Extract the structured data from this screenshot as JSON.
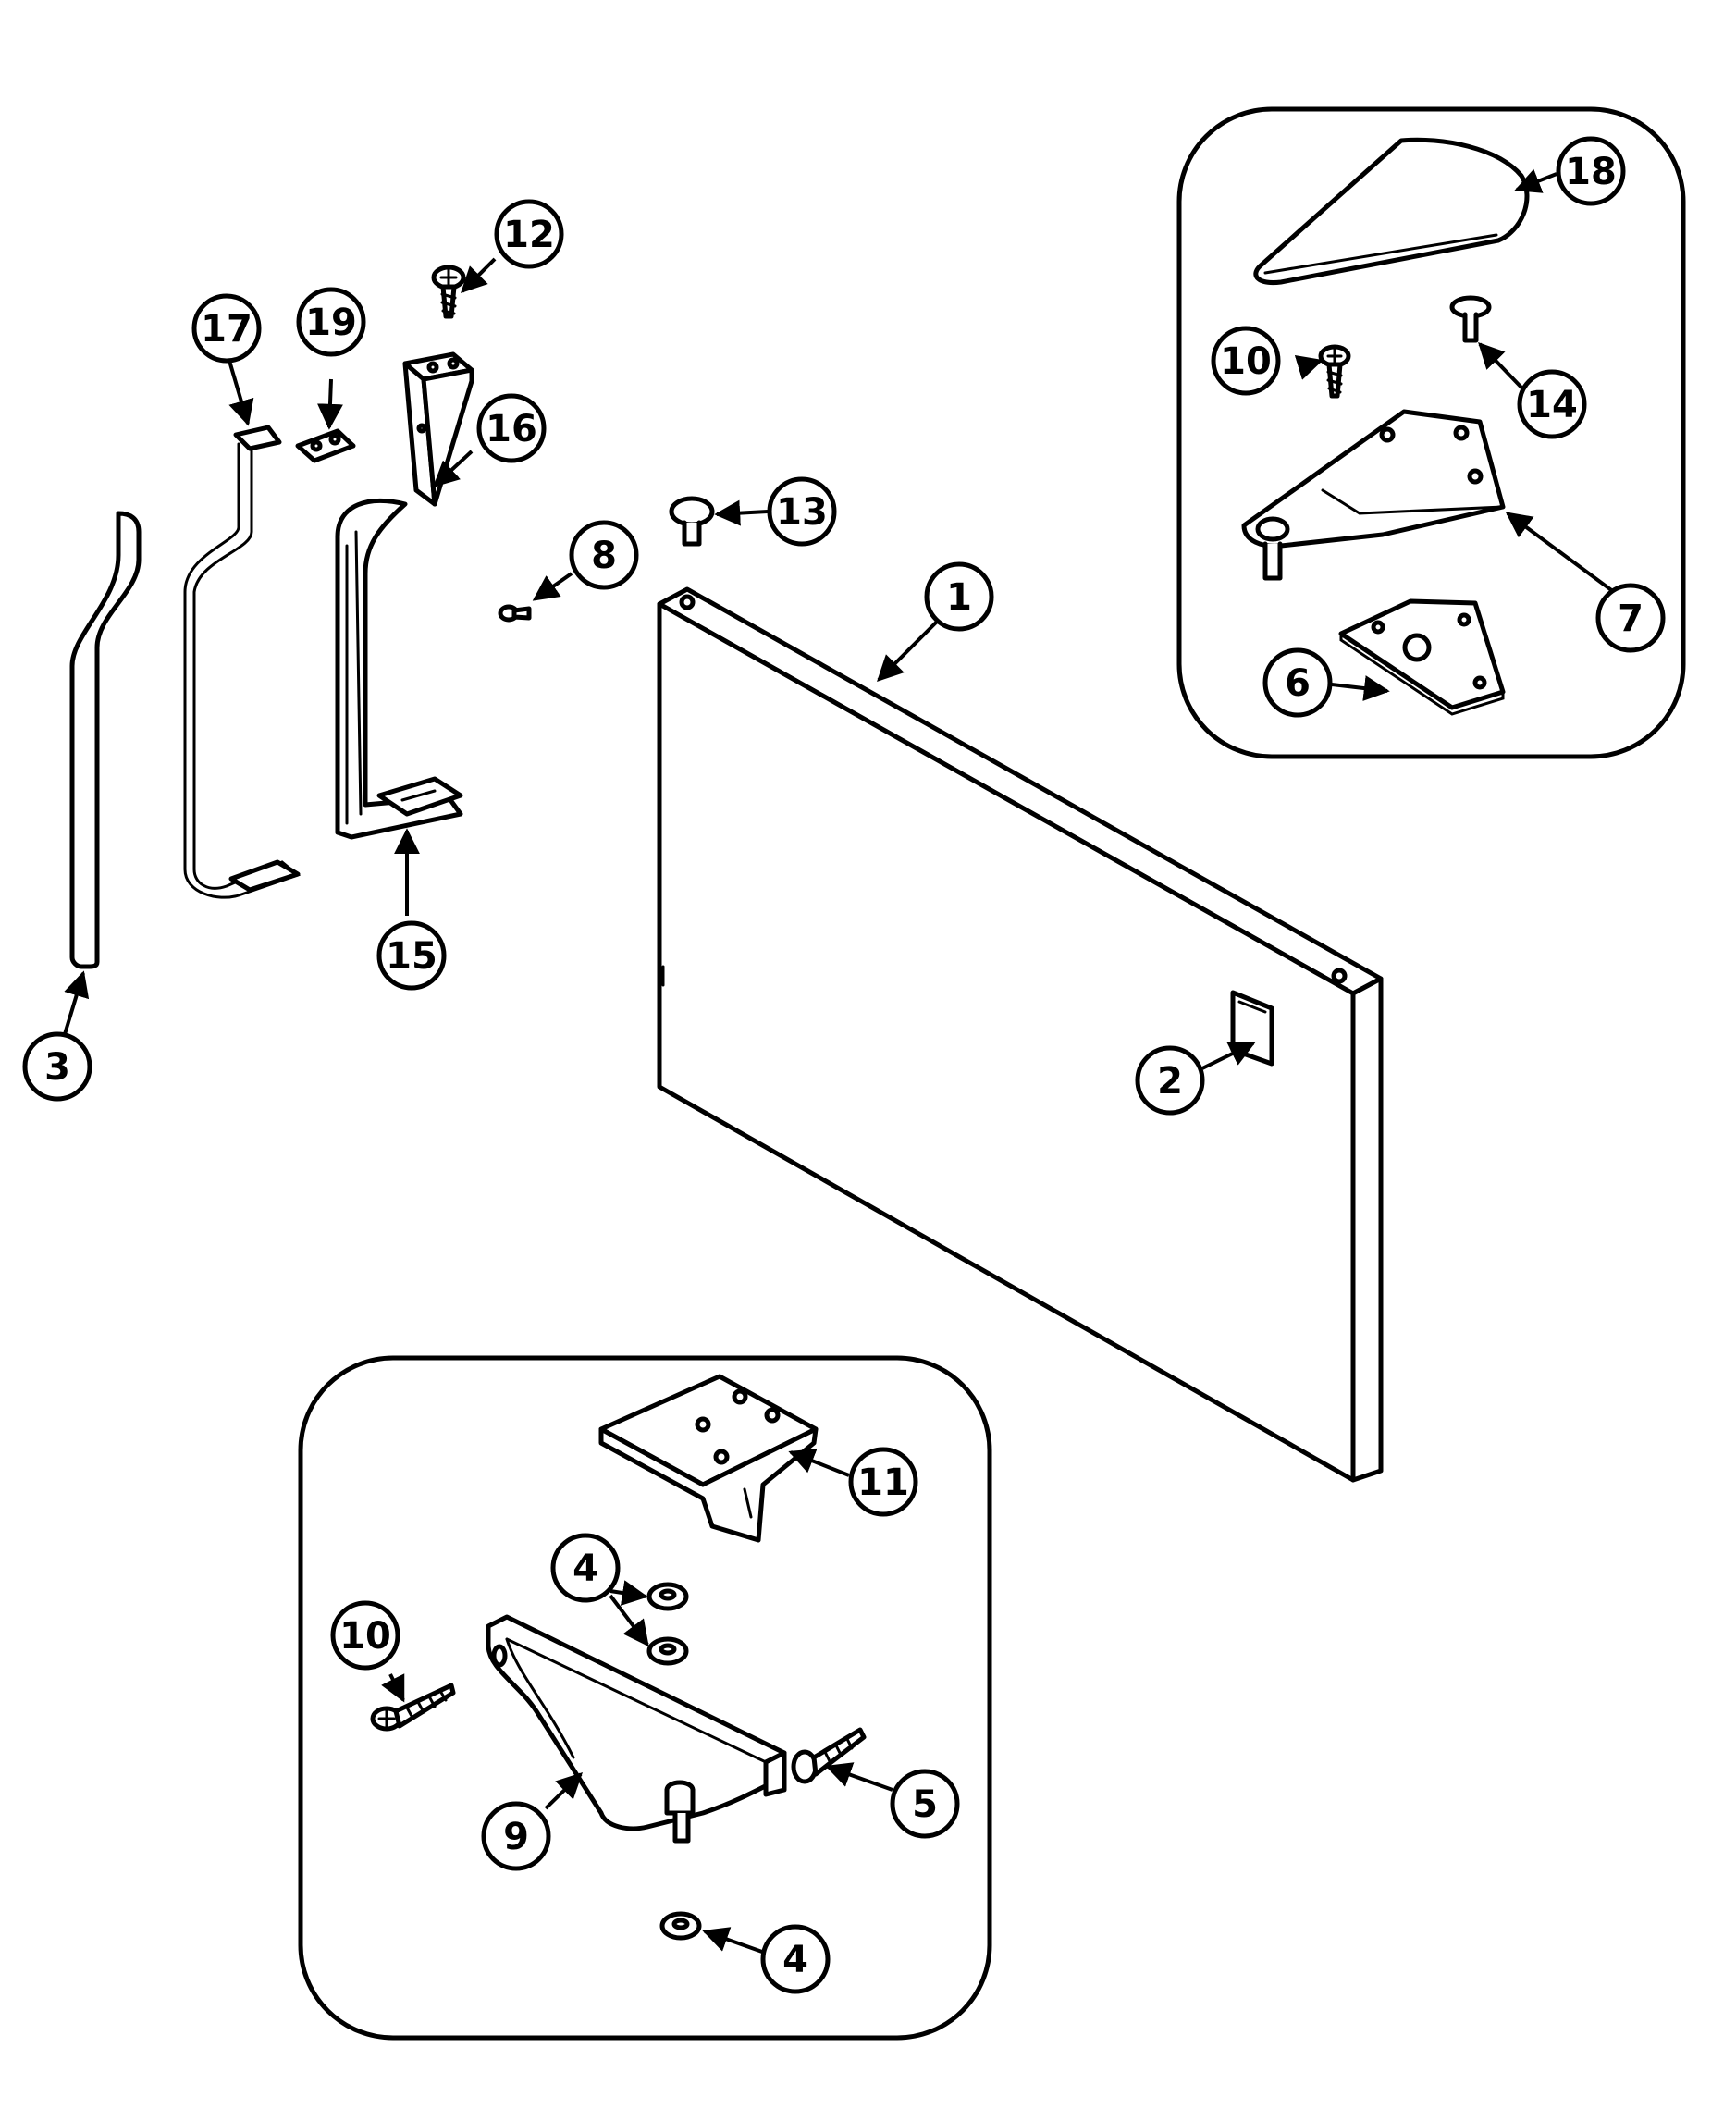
{
  "callouts": [
    {
      "id": "c1",
      "label": "1"
    },
    {
      "id": "c2",
      "label": "2"
    },
    {
      "id": "c3",
      "label": "3"
    },
    {
      "id": "c4a",
      "label": "4"
    },
    {
      "id": "c4b",
      "label": "4"
    },
    {
      "id": "c5",
      "label": "5"
    },
    {
      "id": "c6",
      "label": "6"
    },
    {
      "id": "c7",
      "label": "7"
    },
    {
      "id": "c8",
      "label": "8"
    },
    {
      "id": "c9",
      "label": "9"
    },
    {
      "id": "c10a",
      "label": "10"
    },
    {
      "id": "c10b",
      "label": "10"
    },
    {
      "id": "c11",
      "label": "11"
    },
    {
      "id": "c12",
      "label": "12"
    },
    {
      "id": "c13",
      "label": "13"
    },
    {
      "id": "c14",
      "label": "14"
    },
    {
      "id": "c15",
      "label": "15"
    },
    {
      "id": "c16",
      "label": "16"
    },
    {
      "id": "c17",
      "label": "17"
    },
    {
      "id": "c18",
      "label": "18"
    },
    {
      "id": "c19",
      "label": "19"
    }
  ]
}
